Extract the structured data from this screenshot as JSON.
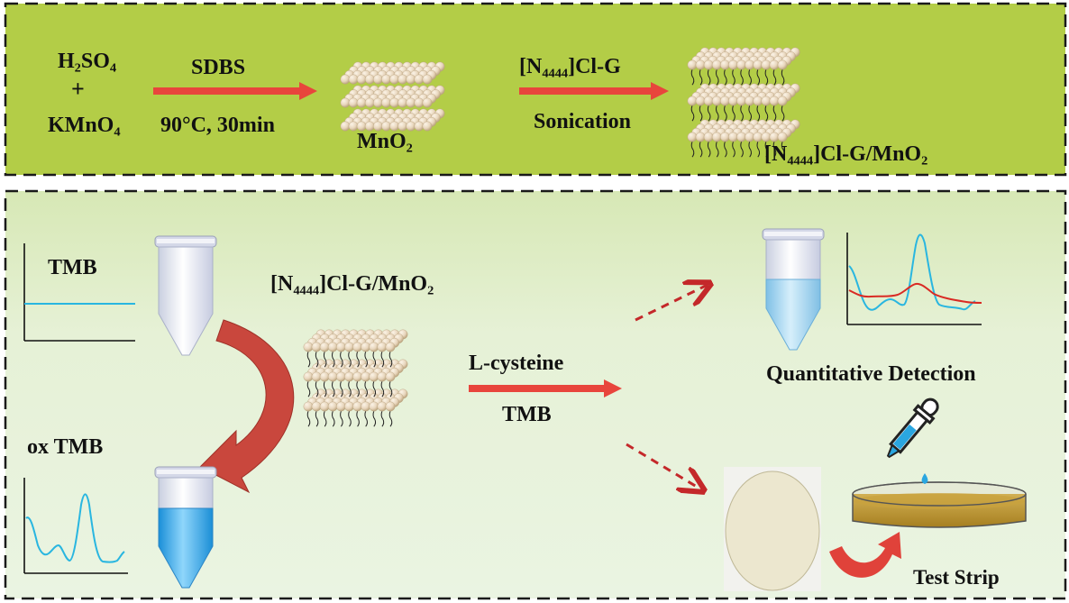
{
  "synthesis": {
    "reactant_1": "H₂SO₄",
    "plus": "+",
    "reactant_2": "KMnO₄",
    "step1_reagent": "SDBS",
    "step1_condition": "90°C, 30min",
    "intermediate": "MnO₂",
    "step2_reagent": "[N₄₄₄₄]Cl-G",
    "step2_condition": "Sonication",
    "product": "[N₄₄₄₄]Cl-G/MnO₂"
  },
  "detection": {
    "tmb_label": "TMB",
    "ox_tmb_label": "ox TMB",
    "nanozyme_label": "[N₄₄₄₄]Cl-G/MnO₂",
    "arrow_top": "L-cysteine",
    "arrow_bottom": "TMB",
    "quantitative_label": "Quantitative  Detection",
    "strip_label": "Test Strip"
  },
  "colors": {
    "top_panel": "#b5cf4b",
    "bottom_panel_top": "#dbe9bf",
    "bottom_panel_bottom": "#e9f3df",
    "arrow_red": "#e8453c",
    "sphere": "#e8d6bd",
    "tube_blue": "#29a8ea",
    "line_blue": "#29b6e0",
    "line_red": "#d92a24",
    "curved_arrow": "#c9473d",
    "paper": "#eeead6",
    "dish_liquid": "#b68e2b"
  }
}
